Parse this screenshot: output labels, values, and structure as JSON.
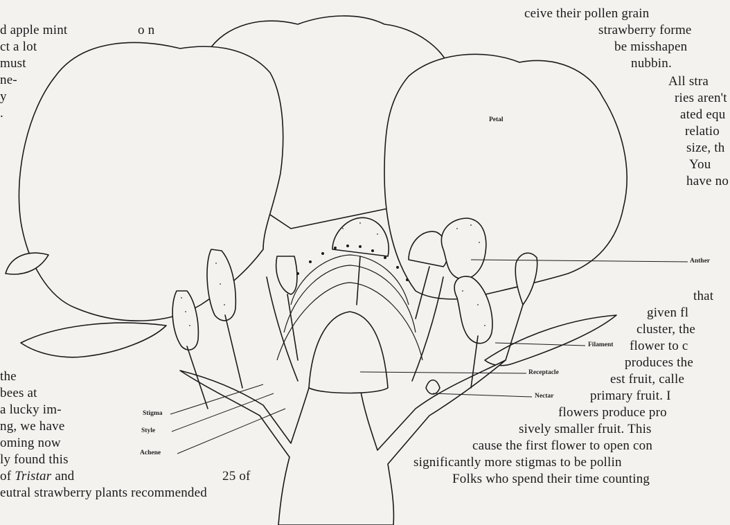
{
  "left_text": [
    "d apple mint",
    "o n",
    "ct a lot",
    "must",
    "ne-",
    "y",
    ".",
    "the",
    "bees at",
    "a lucky im-",
    "ng, we have",
    "oming now",
    "ly found this",
    "of",
    "Tristar",
    "and",
    "25   of",
    "eutral strawberry plants recommended"
  ],
  "right_text": [
    "ceive their pollen grain",
    "strawberry forme",
    "be misshapen",
    "nubbin.",
    "All stra",
    "ries aren't",
    "ated equ",
    "relatio",
    "size, th",
    "You",
    "have no",
    "that",
    "given  fl",
    "cluster, the",
    "flower to  c",
    "produces the",
    "est fruit, calle",
    "primary fruit. I",
    "flowers produce pro",
    "sively smaller fruit. This",
    "cause the first flower to open con",
    "significantly more stigmas to be pollin",
    "Folks who spend their time counting"
  ],
  "labels": {
    "petal": "Petal",
    "anther": "Anther",
    "filament": "Filament",
    "receptacle": "Receptacle",
    "nectar": "Nectar",
    "stigma": "Stigma",
    "style": "Style",
    "achene": "Achene"
  },
  "colors": {
    "paper": "#f4f2ef",
    "ink": "#1a1a1a"
  }
}
